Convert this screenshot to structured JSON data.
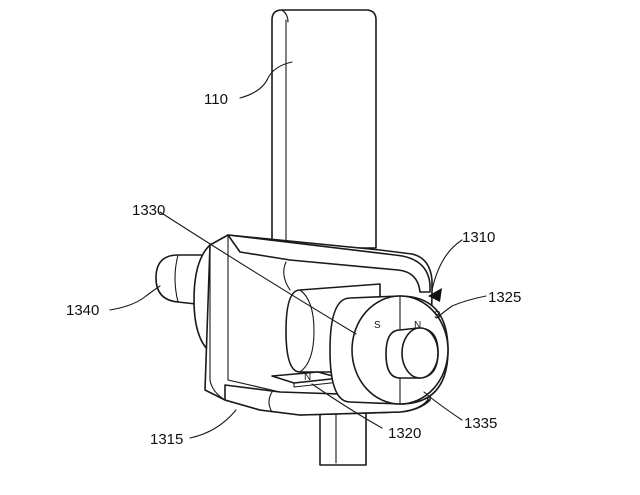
{
  "labels": {
    "shaft": "110",
    "bracket_arm": "1310",
    "bracket_base": "1315",
    "lower_magnet": "1320",
    "ring_magnet": "1325",
    "rotor_body": "1330",
    "end_ring": "1335",
    "knob": "1340"
  },
  "poles": {
    "ring_s": "S",
    "ring_n": "N",
    "lower_n": "N",
    "edge_s": "S"
  }
}
